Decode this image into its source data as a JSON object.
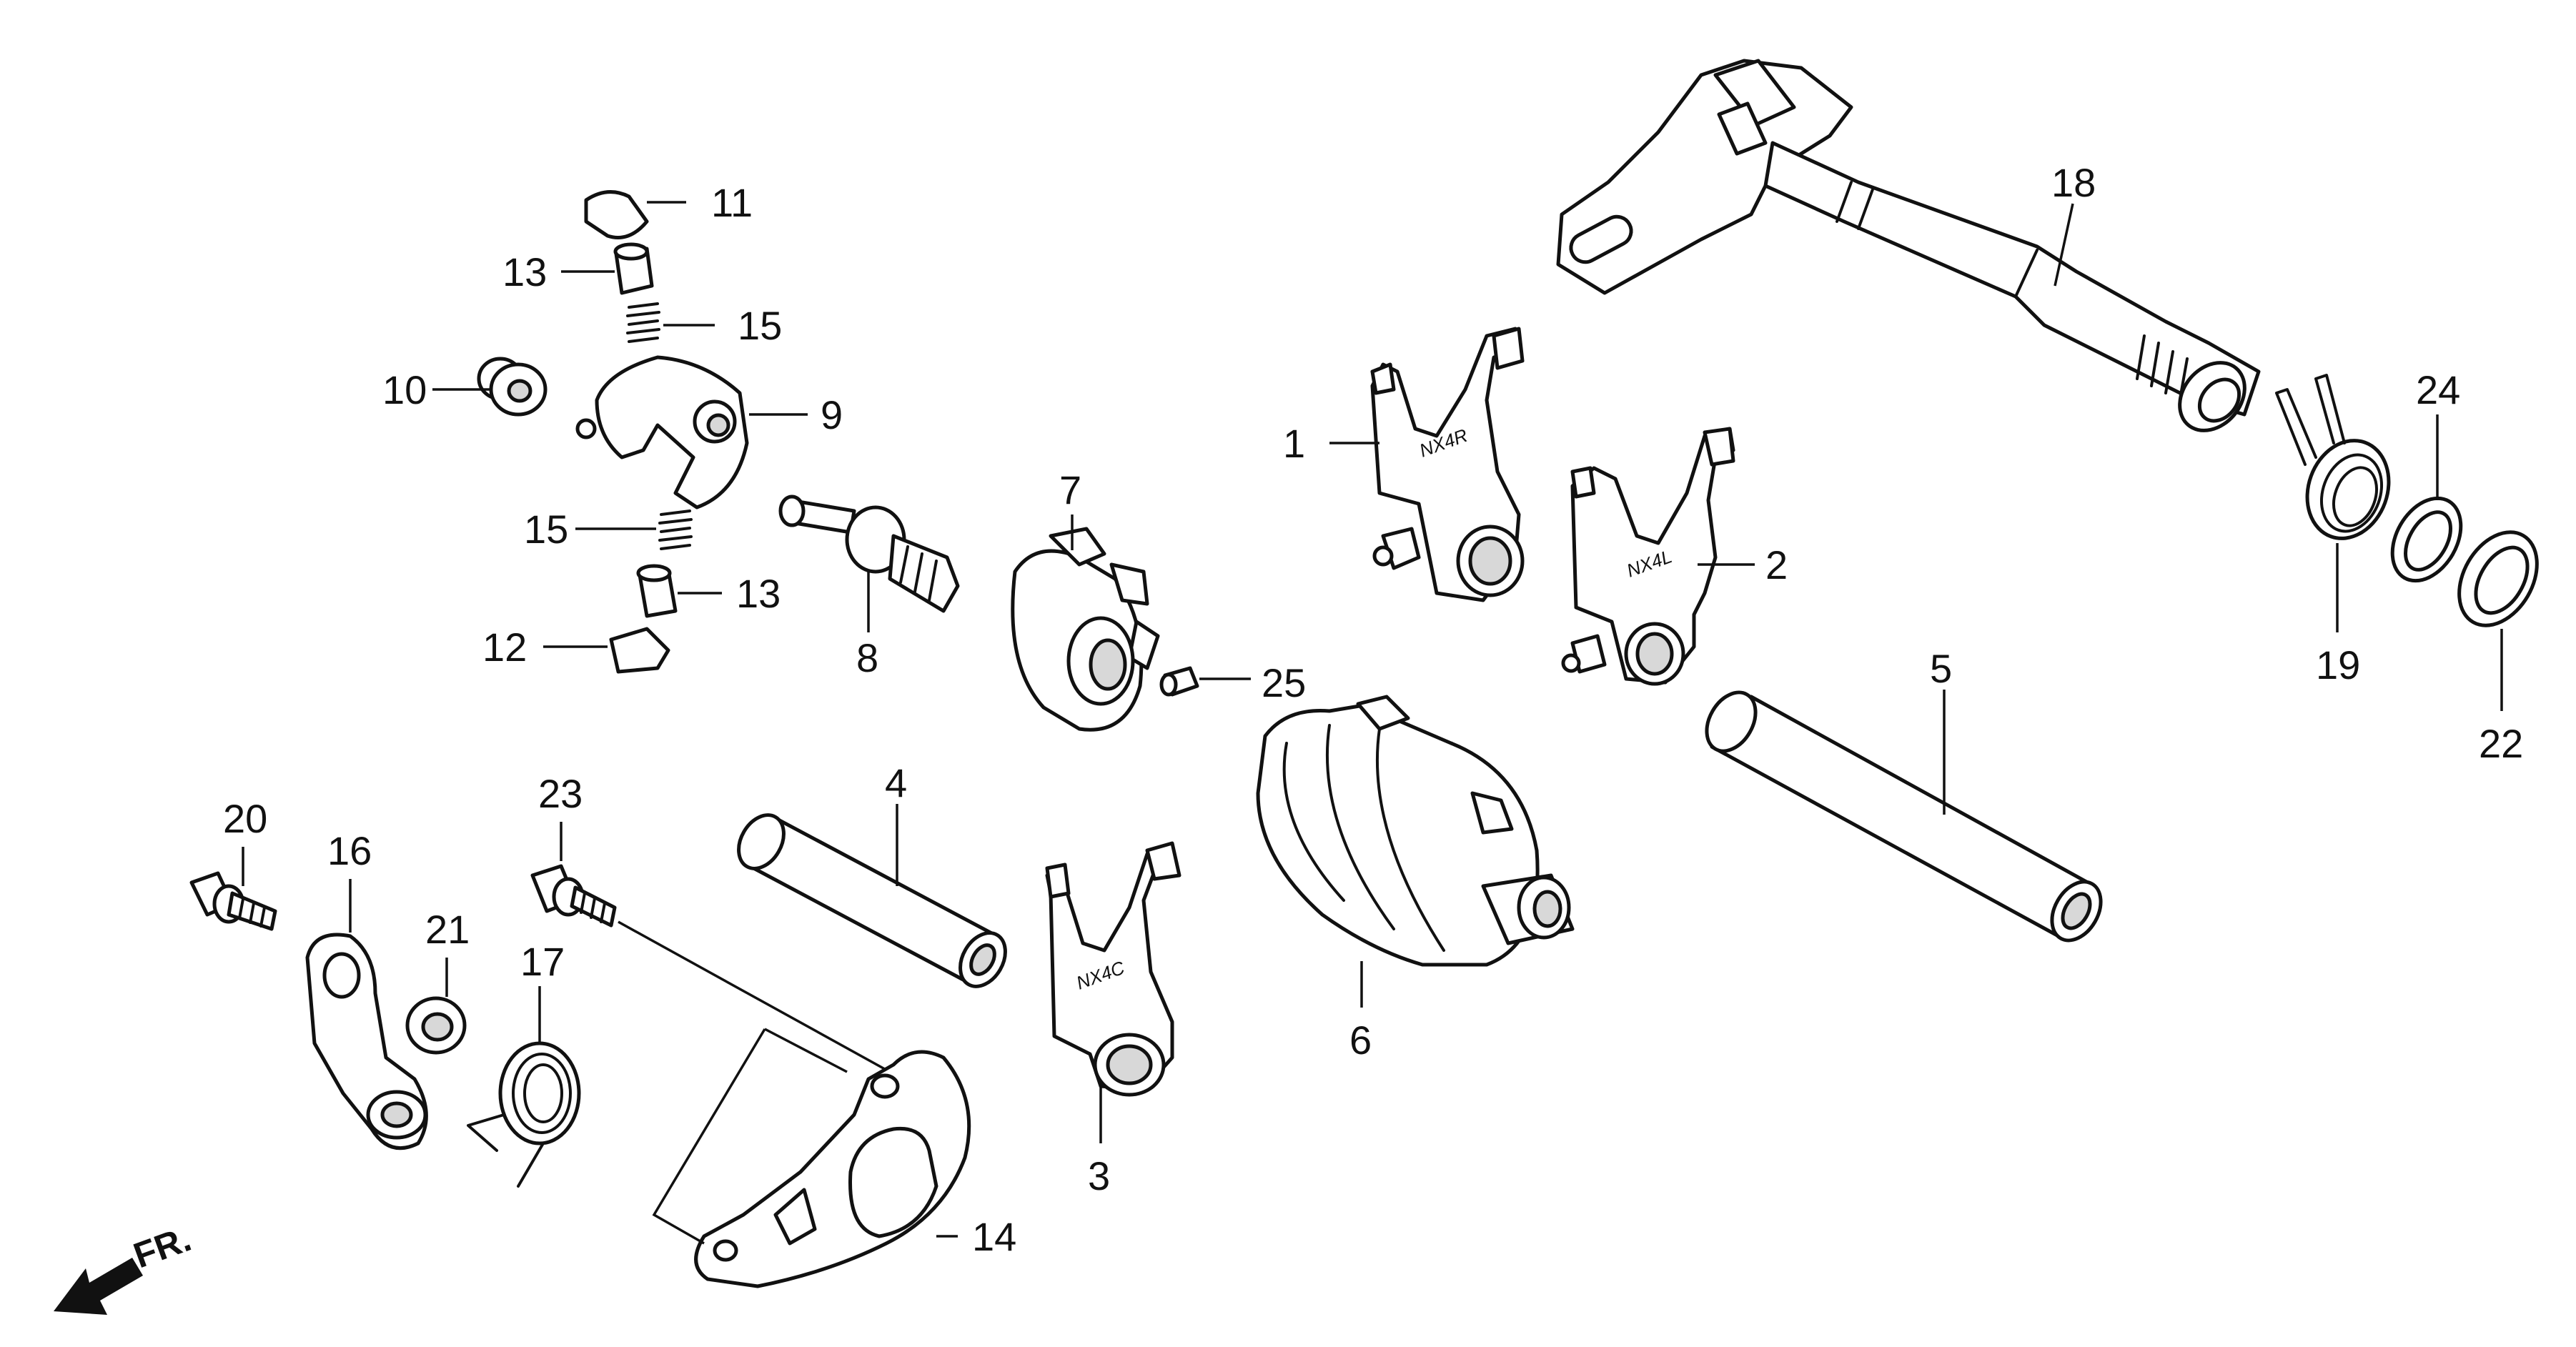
{
  "callouts": [
    {
      "id": "1",
      "label": "1"
    },
    {
      "id": "2",
      "label": "2"
    },
    {
      "id": "3",
      "label": "3"
    },
    {
      "id": "4",
      "label": "4"
    },
    {
      "id": "5",
      "label": "5"
    },
    {
      "id": "6",
      "label": "6"
    },
    {
      "id": "7",
      "label": "7"
    },
    {
      "id": "8",
      "label": "8"
    },
    {
      "id": "9",
      "label": "9"
    },
    {
      "id": "10",
      "label": "10"
    },
    {
      "id": "11",
      "label": "11"
    },
    {
      "id": "12",
      "label": "12"
    },
    {
      "id": "13a",
      "label": "13"
    },
    {
      "id": "13b",
      "label": "13"
    },
    {
      "id": "14",
      "label": "14"
    },
    {
      "id": "15a",
      "label": "15"
    },
    {
      "id": "15b",
      "label": "15"
    },
    {
      "id": "16",
      "label": "16"
    },
    {
      "id": "17",
      "label": "17"
    },
    {
      "id": "18",
      "label": "18"
    },
    {
      "id": "19",
      "label": "19"
    },
    {
      "id": "20",
      "label": "20"
    },
    {
      "id": "21",
      "label": "21"
    },
    {
      "id": "22",
      "label": "22"
    },
    {
      "id": "23",
      "label": "23"
    },
    {
      "id": "24",
      "label": "24"
    },
    {
      "id": "25",
      "label": "25"
    }
  ],
  "fork_marks": {
    "right": "NX4R",
    "left": "NX4L",
    "center": "NX4C"
  },
  "direction_label": "FR."
}
